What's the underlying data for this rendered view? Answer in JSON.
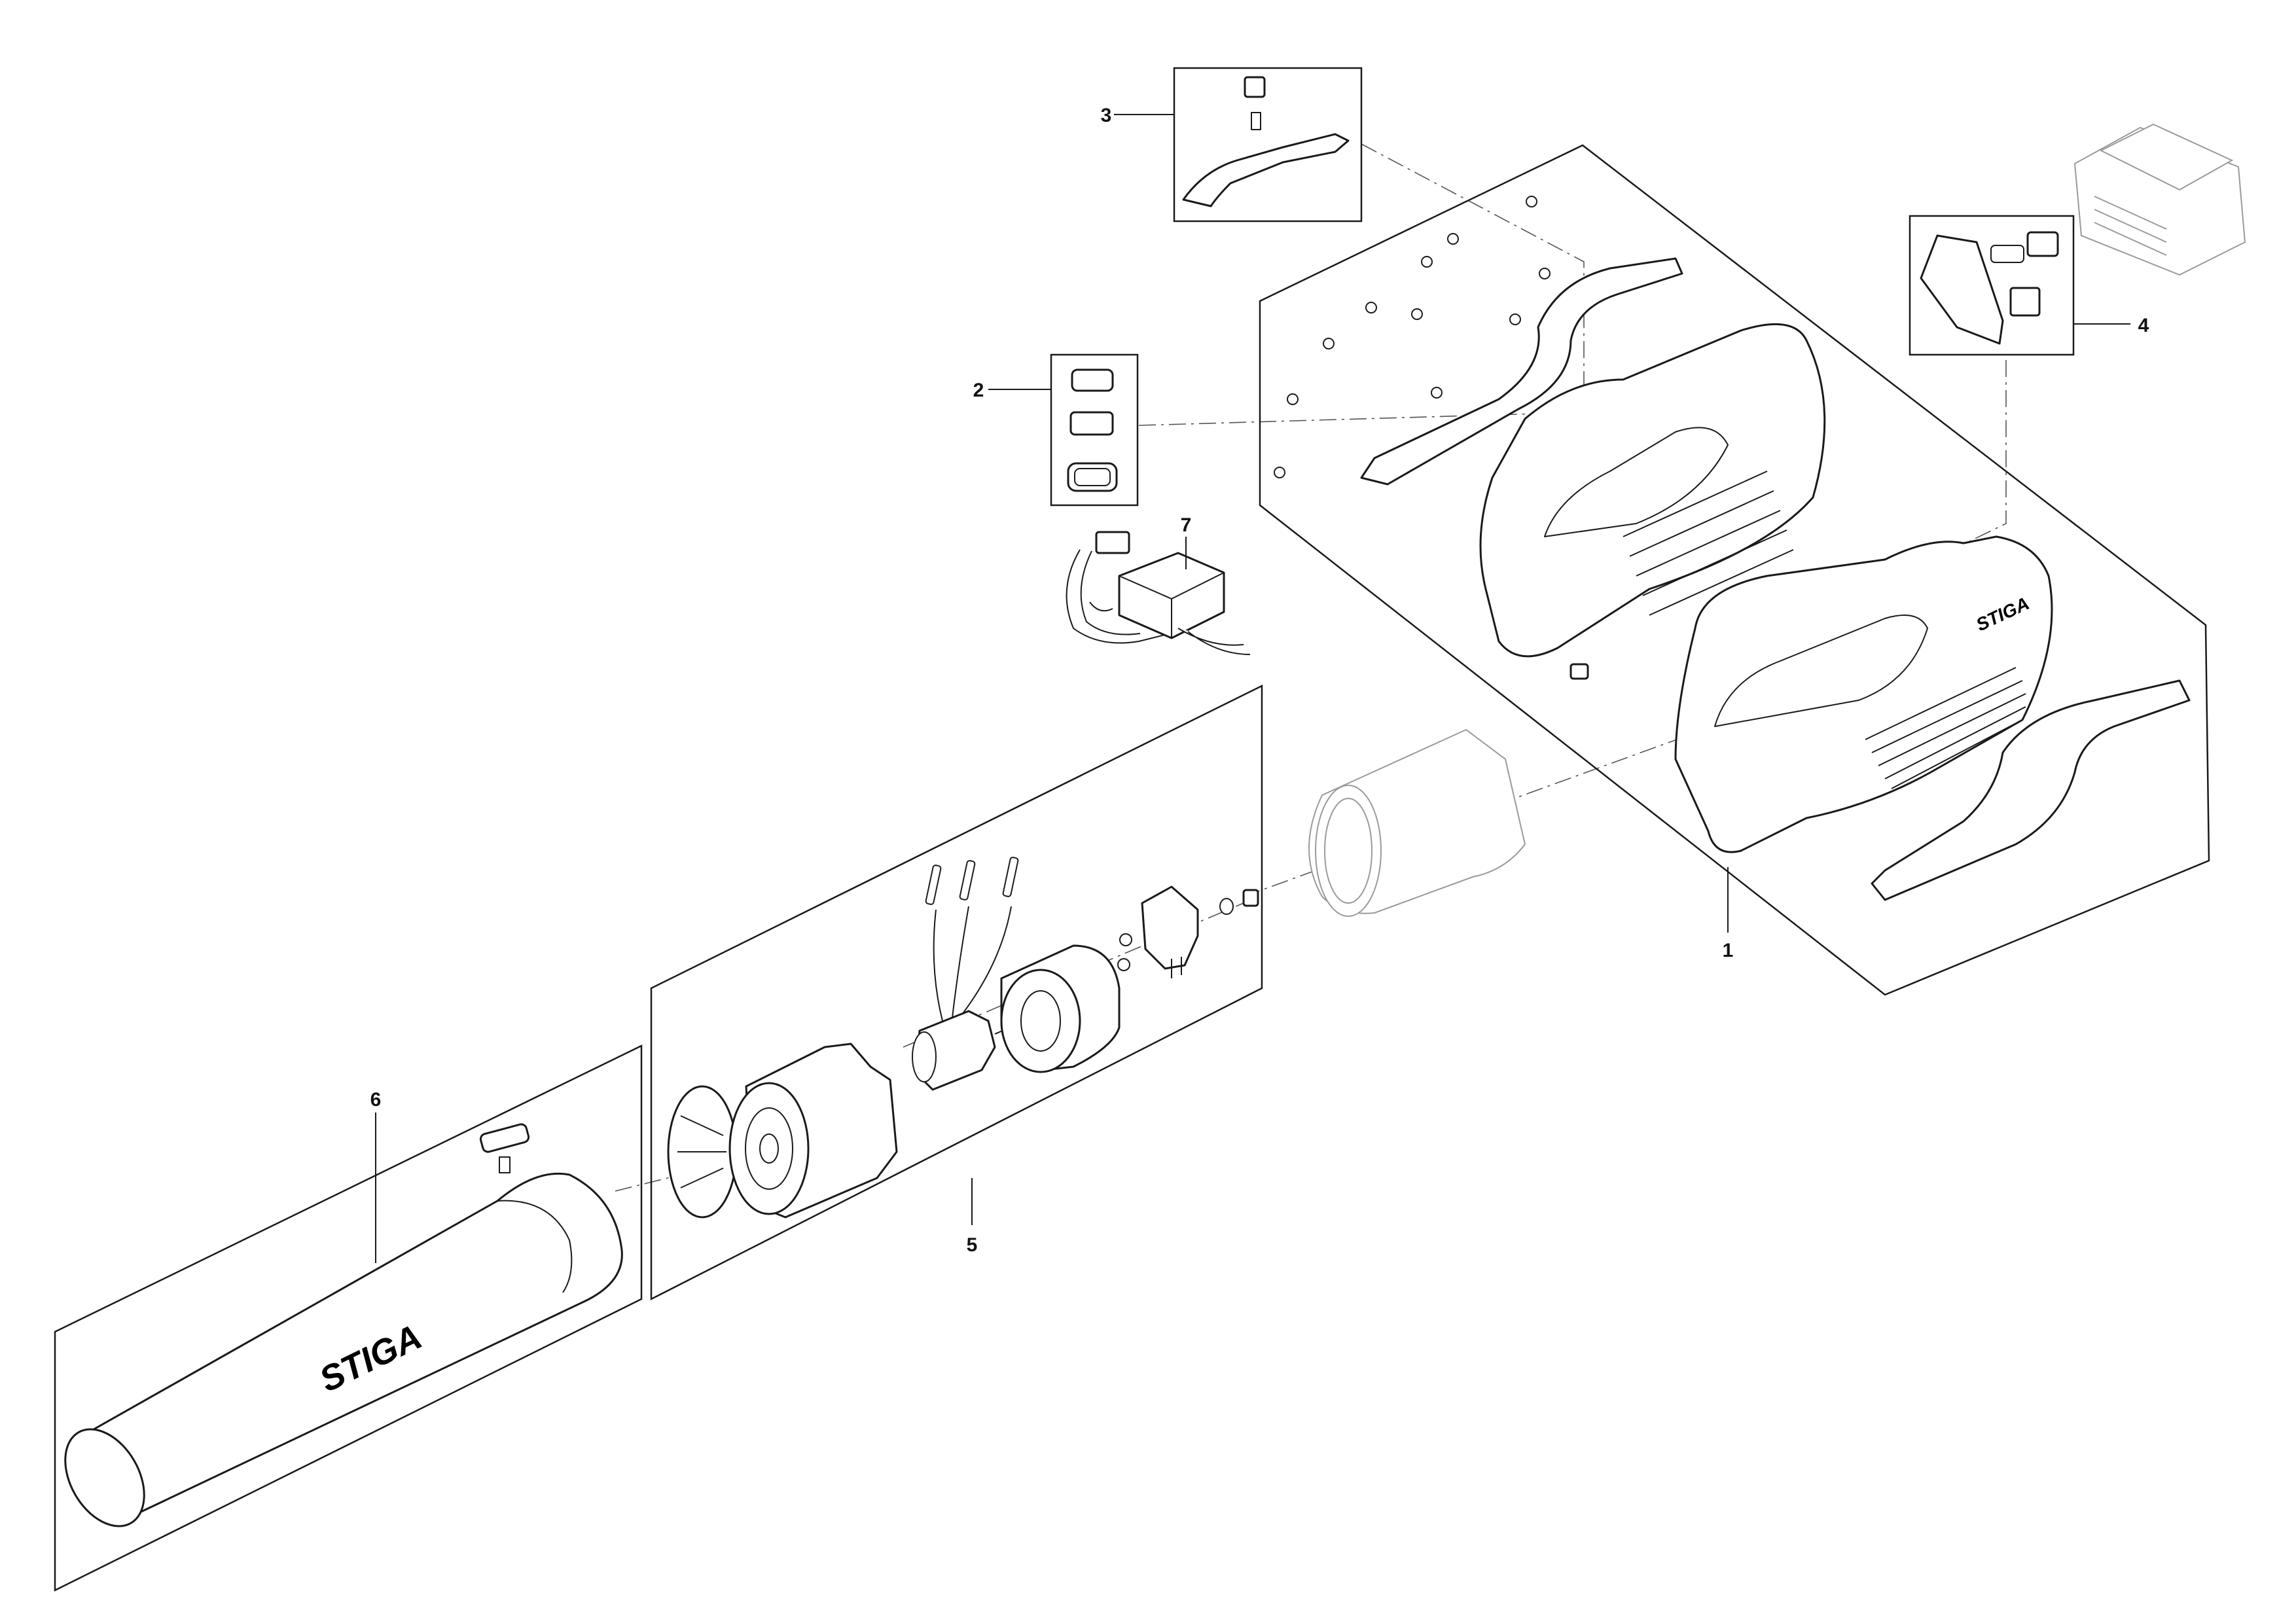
{
  "callouts": {
    "c1": "1",
    "c2": "2",
    "c3": "3",
    "c4": "4",
    "c5": "5",
    "c6": "6",
    "c7": "7"
  },
  "branding": {
    "logo_housing": "STIGA",
    "logo_tube": "STIGA"
  }
}
